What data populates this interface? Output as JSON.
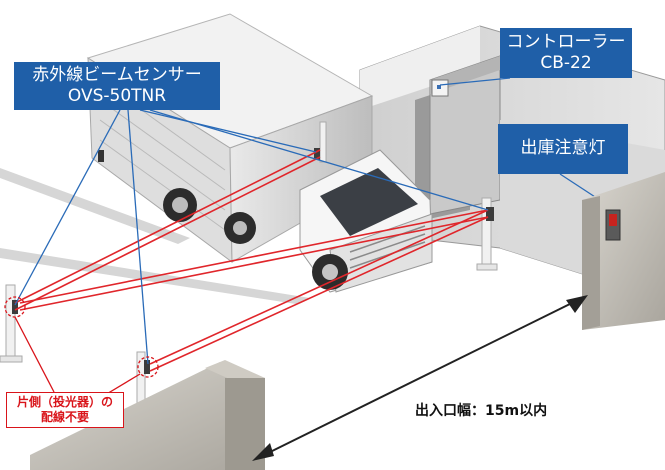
{
  "labels": {
    "sensor": {
      "line1": "赤外線ビームセンサー",
      "line2": "OVS-50TNR"
    },
    "controller": {
      "line1": "コントローラー",
      "line2": "CB-22"
    },
    "lamp": {
      "text": "出庫注意灯"
    },
    "wiring_note": {
      "line1": "片側（投光器）の",
      "line2": "配線不要"
    },
    "width": {
      "text": "出入口幅：15m以内"
    }
  },
  "colors": {
    "label_box": "#1f5fa8",
    "beam": "#e0262b",
    "callout_blue": "#2a6bb8",
    "callout_red": "#d9141a"
  }
}
